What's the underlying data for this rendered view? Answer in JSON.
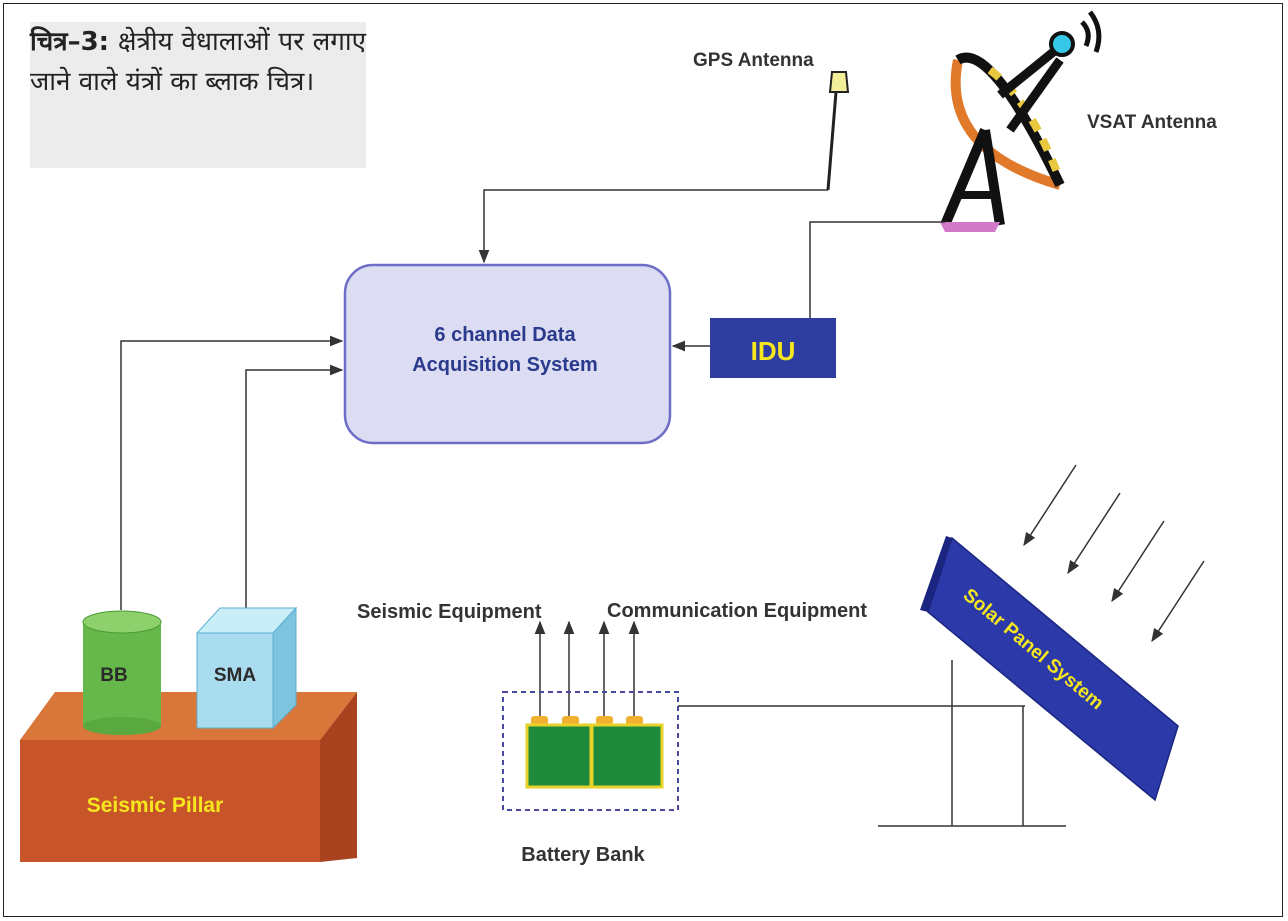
{
  "caption": {
    "label": "चित्र–3:",
    "text": "क्षेत्रीय वेधालाओं पर लगाए जाने वाले यंत्रों का ब्लाक चित्र।"
  },
  "diagram": {
    "gps_antenna": "GPS Antenna",
    "vsat_antenna": "VSAT Antenna",
    "das_line1": "6 channel  Data",
    "das_line2": "Acquisition System",
    "idu": "IDU",
    "bb": "BB",
    "sma": "SMA",
    "seismic_pillar": "Seismic Pillar",
    "seismic_equipment": "Seismic  Equipment",
    "communication_equipment": "Communication  Equipment",
    "battery_bank": "Battery Bank",
    "solar_panel": "Solar Panel System"
  },
  "colors": {
    "das_fill": "#dcdcf2",
    "das_stroke": "#6e6ec8",
    "idu_fill": "#2e3ea0",
    "idu_text": "#f5e61e",
    "pillar_front": "#c8552a",
    "pillar_top": "#d9773a",
    "bb_fill": "#66b84a",
    "sma_fill": "#a9dcee",
    "battery_fill": "#1f8a3c",
    "solar_fill": "#2b3aa8",
    "solar_text": "#f5e61e"
  }
}
